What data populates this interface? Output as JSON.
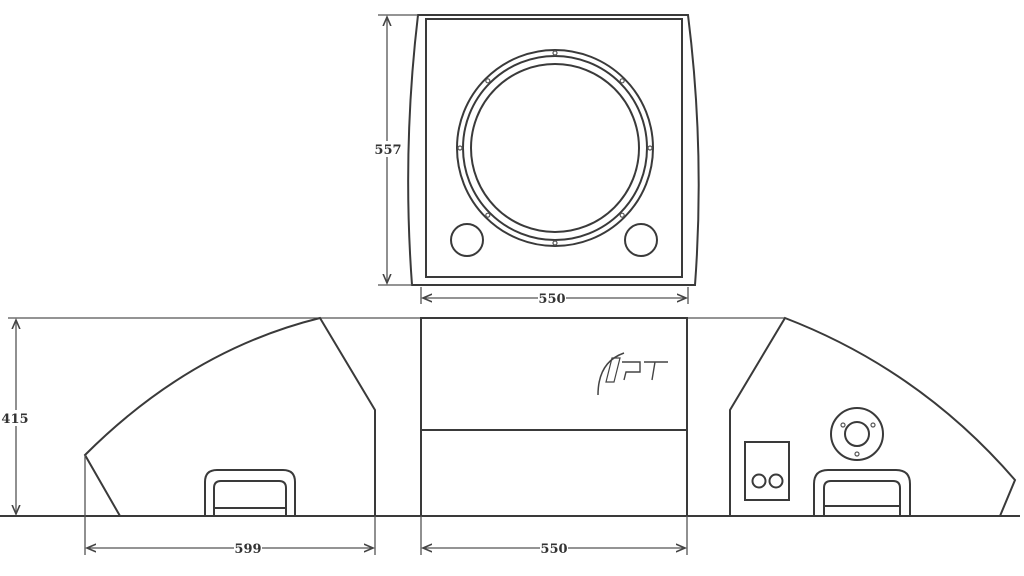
{
  "dimensions": {
    "front_height": "557",
    "front_width": "550",
    "side_height": "415",
    "side_depth": "599",
    "back_width": "550"
  },
  "logo": {
    "text": "APT"
  },
  "colors": {
    "line": "#3a3a3a",
    "background": "#ffffff"
  }
}
